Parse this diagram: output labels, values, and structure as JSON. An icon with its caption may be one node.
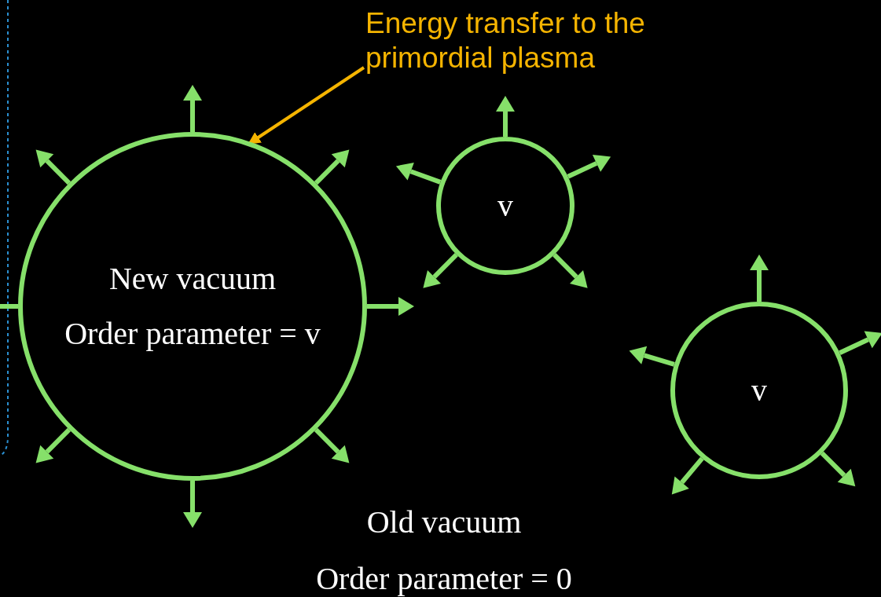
{
  "diagram": {
    "nodes": [
      {
        "text": [
          "New vacuum",
          "Order parameter = v"
        ]
      },
      {
        "text": [
          "v"
        ]
      },
      {
        "text": [
          "v"
        ]
      },
      {
        "text": [
          "Energy transfer to the primordial plasma"
        ]
      }
    ],
    "edges": [
      {
        "from": 3,
        "to": 0,
        "arrow": "to",
        "color": "#f5b400"
      }
    ],
    "labels": [
      "Old vacuum",
      "Order parameter = 0"
    ]
  }
}
